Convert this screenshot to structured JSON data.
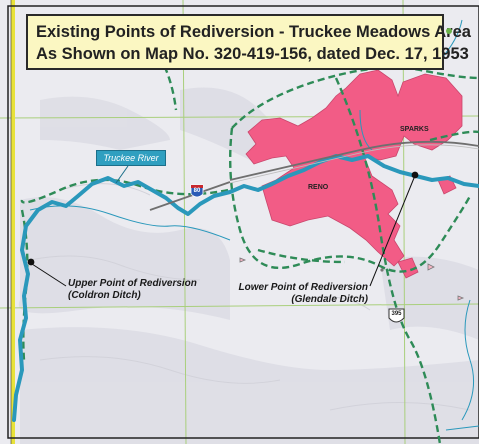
{
  "title": {
    "line1": "Existing Points of Rediversion - Truckee Meadows Area",
    "line2": "As Shown on Map No. 320-419-156, dated Dec. 17, 1953"
  },
  "river": {
    "name": "Truckee River"
  },
  "cities": {
    "reno": "RENO",
    "sparks": "SPARKS"
  },
  "points": {
    "upper": {
      "line1": "Upper Point of Rediversion",
      "line2": "(Coldron Ditch)"
    },
    "lower": {
      "line1": "Lower Point of Rediversion",
      "line2": "(Glendale Ditch)"
    }
  },
  "highways": {
    "interstate": "80",
    "us_route": "395"
  },
  "colors": {
    "urban": "#f25c86",
    "river": "#2a98bb",
    "boundary": "#2e8b57",
    "grid": "#a9cf7c",
    "county_line": "#e8e23a",
    "terrain": "#e4e4ea"
  }
}
